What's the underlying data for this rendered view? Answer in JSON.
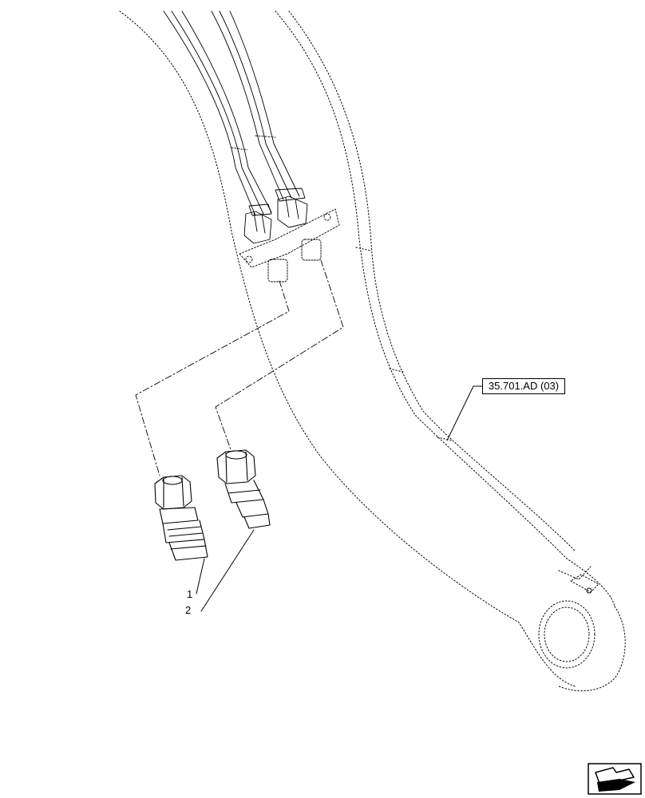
{
  "diagram": {
    "reference_label": "35.701.AD (03)",
    "item_labels": [
      "1",
      "2"
    ],
    "icon": "next-page-arrow-icon"
  }
}
